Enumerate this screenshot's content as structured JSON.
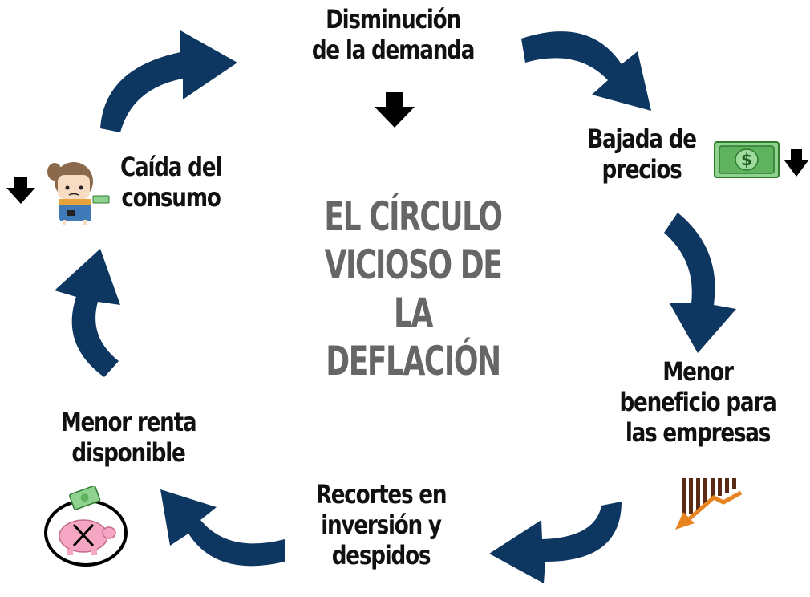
{
  "title": [
    "EL CÍRCULO",
    "VICIOSO DE",
    "LA",
    "DEFLACIÓN"
  ],
  "nodes": {
    "demand_drop": [
      "Disminución",
      "de la demanda"
    ],
    "price_drop": [
      "Bajada de",
      "precios"
    ],
    "profit_drop": [
      "Menor",
      "beneficio para",
      "las empresas"
    ],
    "cuts": [
      "Recortes en",
      "inversión y",
      "despidos"
    ],
    "income_drop": [
      "Menor renta",
      "disponible"
    ],
    "consumption_drop": [
      "Caída del",
      "consumo"
    ]
  },
  "banknote_symbol": "$",
  "colors": {
    "arrow": "#0d3660",
    "title": "#666666",
    "text": "#111111",
    "money_green": "#5fb35f",
    "chart_brown": "#5a2a17",
    "chart_orange": "#e8841f",
    "piggy_pink": "#f4a6c2"
  },
  "icons": [
    "down-arrow-icon",
    "banknote-icon",
    "declining-chart-icon",
    "broken-piggy-bank-icon",
    "worried-person-icon"
  ]
}
